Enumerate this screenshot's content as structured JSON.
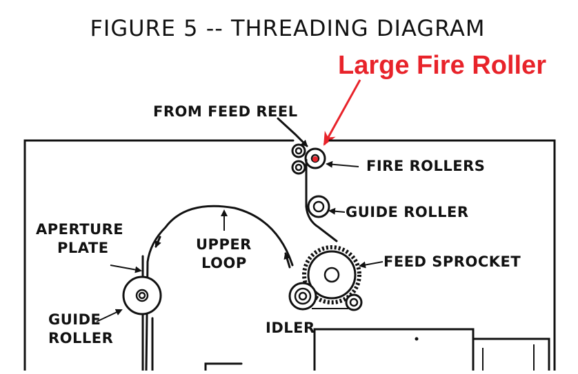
{
  "figure": {
    "title": "FIGURE 5 -- THREADING DIAGRAM",
    "callout": "Large Fire Roller",
    "callout_color": "#e8232a",
    "ink_color": "#111111",
    "labels": {
      "from_feed_reel": "FROM FEED REEL",
      "fire_rollers": "FIRE ROLLERS",
      "guide_roller_right": "GUIDE ROLLER",
      "feed_sprocket": "FEED SPROCKET",
      "upper_loop_line1": "UPPER",
      "upper_loop_line2": "LOOP",
      "aperture_plate_line1": "APERTURE",
      "aperture_plate_line2": "PLATE",
      "guide_roller_left_line1": "GUIDE",
      "guide_roller_left_line2": "ROLLER",
      "idler": "IDLER"
    }
  }
}
